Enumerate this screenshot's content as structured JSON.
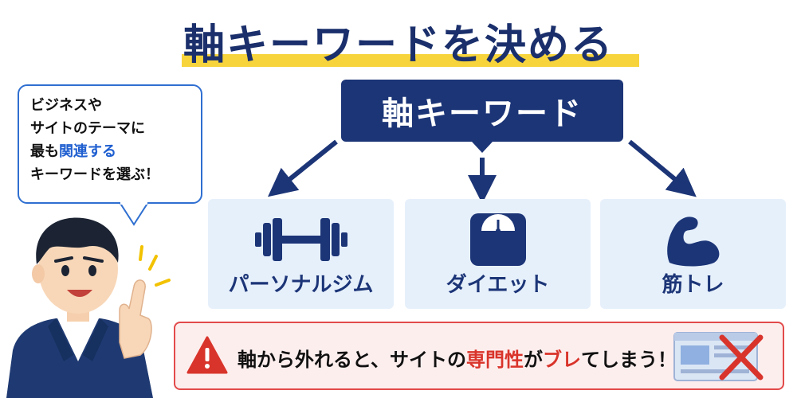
{
  "title": "軸キーワードを決める",
  "center_box": {
    "label": "軸キーワード"
  },
  "bubble": {
    "line1": "ビジネスや",
    "line2": "サイトのテーマに",
    "line3_prefix": "最も",
    "line3_highlight": "関連する",
    "line4": "キーワードを選ぶ！"
  },
  "cards": [
    {
      "label": "パーソナルジム",
      "icon": "dumbbell-icon"
    },
    {
      "label": "ダイエット",
      "icon": "scale-icon"
    },
    {
      "label": "筋トレ",
      "icon": "flexed-bicep-icon"
    }
  ],
  "warning": {
    "text_prefix": "軸から外れると、サイトの",
    "text_highlight1": "専門性",
    "text_mid": "が",
    "text_highlight2": "ブレ",
    "text_suffix": "てしまう！"
  },
  "colors": {
    "navy": "#1c3577",
    "title_navy": "#1a2f6b",
    "highlight_yellow": "#f7d43c",
    "card_bg": "#e6f0fb",
    "warning_red": "#d9342b",
    "warning_bg": "#fdeeee",
    "accent_blue": "#1f5fd0"
  }
}
